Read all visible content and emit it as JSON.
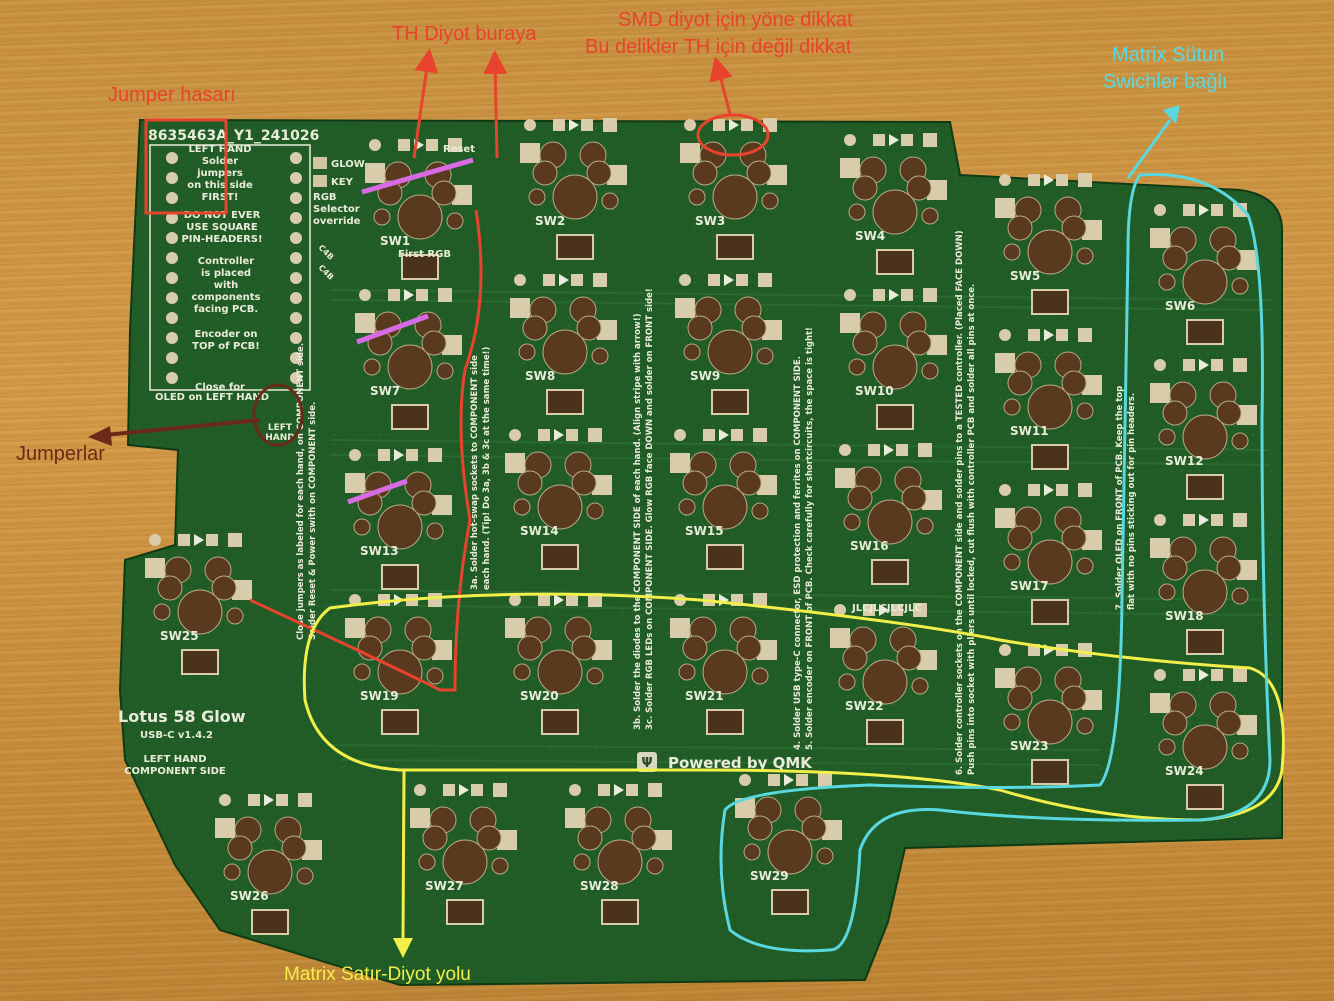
{
  "annotations": {
    "jumper_damage": "Jumper hasarı",
    "th_diode": "TH Diyot buraya",
    "smd_diode_line1": "SMD diyot için yöne dikkat",
    "smd_diode_line2": "Bu delikler TH için değil dikkat",
    "matrix_column_line1": "Matrix Sütun",
    "matrix_column_line2": "Swichler bağlı",
    "jumpers": "Jumperlar",
    "matrix_row": "Matrix Satır-Diyot yolu"
  },
  "pcb": {
    "board_id": "8635463A_Y1_241026",
    "left_hand_note": [
      "LEFT HAND",
      "Solder",
      "jumpers",
      "on this side",
      "FIRST!"
    ],
    "header_warning": [
      "DO NOT EVER",
      "USE SQUARE",
      "PIN-HEADERS!"
    ],
    "controller_note": [
      "Controller",
      "is placed",
      "with",
      "components",
      "facing PCB."
    ],
    "encoder_note": [
      "Encoder on",
      "TOP of PCB!"
    ],
    "oled_note": [
      "Close for",
      "OLED on LEFT HAND"
    ],
    "left_hand_jumper": [
      "LEFT",
      "HAND"
    ],
    "glow_label": "GLOW",
    "key_label": "KEY",
    "rgb_selector": [
      "RGB",
      "Selector",
      "override"
    ],
    "reset_label": "Reset",
    "first_rgb": "First RGB",
    "cap_label": "C4B",
    "product_name": "Lotus 58 Glow",
    "version": "USB-C v1.4.2",
    "side_note": [
      "LEFT HAND",
      "COMPONENT SIDE"
    ],
    "jlc": "JLCJLCJLCJLC",
    "powered_by": "Powered by QMK",
    "instructions": [
      "Close jumpers as labeled for each hand, on COMPONENT side.",
      "Solder Reset & Power swith on COMPONENT side.",
      "3a. Solder hot-swap sockets to COMPONENT side",
      "each hand. (Tip! Do 3a, 3b & 3c at the same time!)",
      "3b. Solder the diodes to the COMPONENT SIDE of each hand. (Align stripe with arrow!)",
      "3c. Solder RGB LEDs on COMPONENT SIDE. Glow RGB face DOWN and solder on FRONT side!",
      "4. Solder USB type-C connector, ESD protection and ferrites on COMPONENT SIDE.",
      "5. Solder encoder on FRONT of PCB. Check carefully for shortcircuits, the space is tight!",
      "6. Solder controller sockets on the COMPONENT side and solder pins to a TESTED controller. (Placed FACE DOWN)",
      "Push pins into socket with pliers until locked, cut flush with controller PCB and solder all pins at once.",
      "7. Solder OLED on FRONT of PCB. Keep the top",
      "flat with no pins sticking out for pin headers."
    ],
    "switches": [
      "SW1",
      "SW2",
      "SW3",
      "SW4",
      "SW5",
      "SW6",
      "SW7",
      "SW8",
      "SW9",
      "SW10",
      "SW11",
      "SW12",
      "SW13",
      "SW14",
      "SW15",
      "SW16",
      "SW17",
      "SW18",
      "SW19",
      "SW20",
      "SW21",
      "SW22",
      "SW23",
      "SW24",
      "SW25",
      "SW26",
      "SW27",
      "SW28",
      "SW29"
    ]
  },
  "colors": {
    "pcb_green": "#1f5a26",
    "silkscreen": "#e9ecd8",
    "annotation_red": "#e8432c",
    "annotation_cyan": "#5ad8e0",
    "annotation_yellow": "#f2ee4a",
    "annotation_brown": "#6b2a18",
    "annotation_magenta": "#d96ae6"
  }
}
